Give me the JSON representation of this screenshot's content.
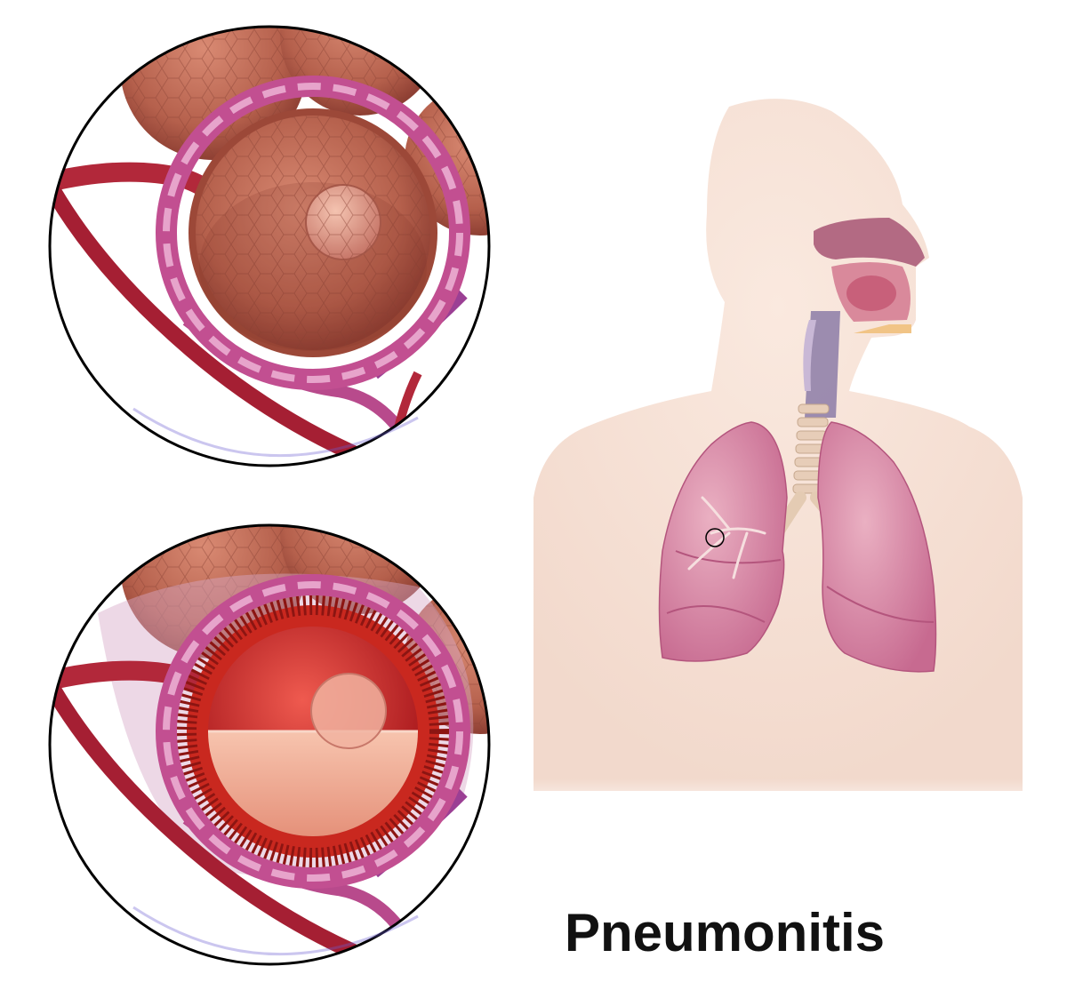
{
  "title": "Pneumonitis",
  "panels": [
    {
      "id": "normal-alveolus",
      "condition": "normal"
    },
    {
      "id": "inflamed-alveolus",
      "condition": "inflamed"
    }
  ],
  "colors": {
    "background": "#ffffff",
    "body_silhouette": "#f6e4da",
    "lung_tissue": "#d98aa6",
    "lung_dark": "#c46a8f",
    "alveolus_wall": "#c7745f",
    "capillary_red": "#b2283a",
    "capillary_purple": "#a24d9b",
    "fluid": "#f3b6a0",
    "inflamed_red": "#c9281f",
    "outline": "#000000",
    "title": "#111111"
  },
  "icons": [
    "magnifier-circle-marker"
  ]
}
